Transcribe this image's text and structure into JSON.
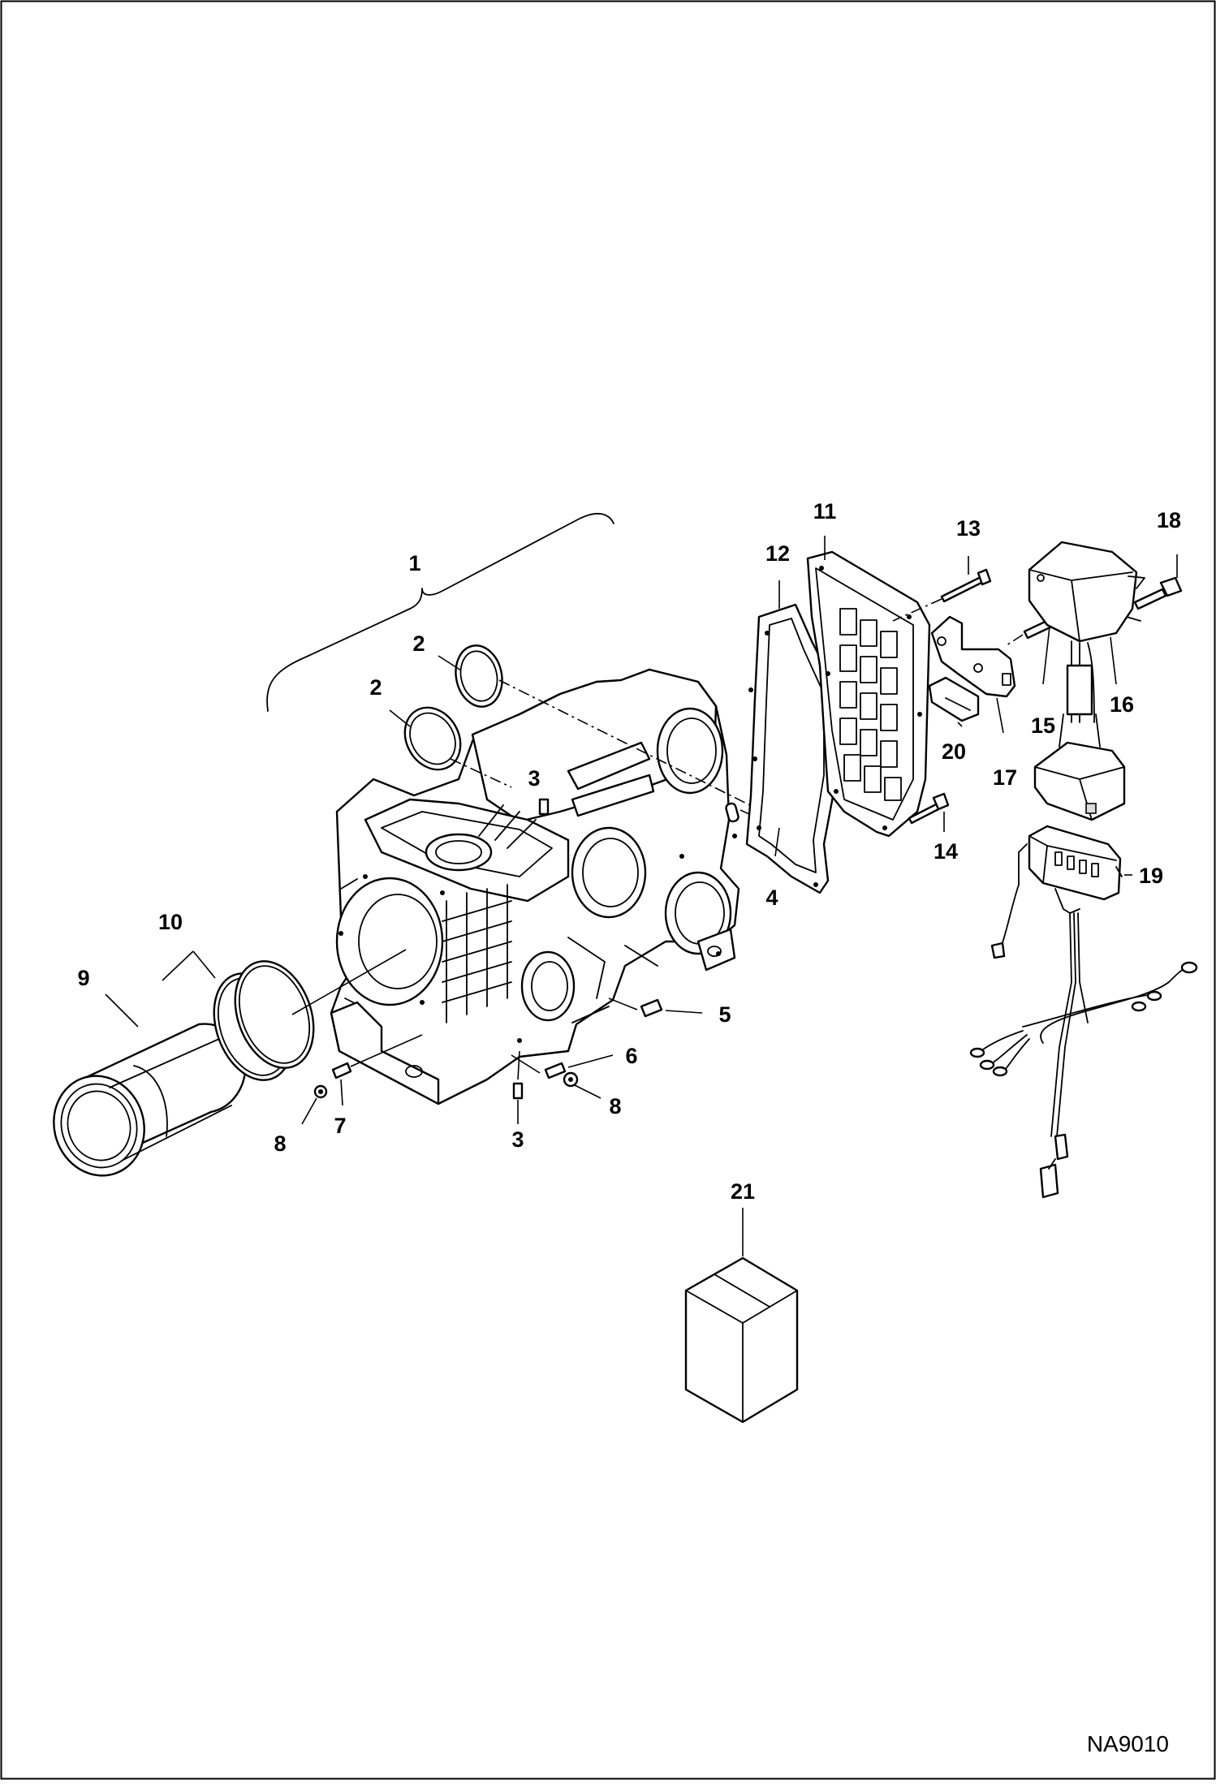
{
  "figure": {
    "id": "NA9010",
    "callouts": [
      {
        "key": "c1",
        "label": "1"
      },
      {
        "key": "c2a",
        "label": "2"
      },
      {
        "key": "c2b",
        "label": "2"
      },
      {
        "key": "c3a",
        "label": "3"
      },
      {
        "key": "c3b",
        "label": "3"
      },
      {
        "key": "c4",
        "label": "4"
      },
      {
        "key": "c5",
        "label": "5"
      },
      {
        "key": "c6",
        "label": "6"
      },
      {
        "key": "c7",
        "label": "7"
      },
      {
        "key": "c8a",
        "label": "8"
      },
      {
        "key": "c8b",
        "label": "8"
      },
      {
        "key": "c9",
        "label": "9"
      },
      {
        "key": "c10",
        "label": "10"
      },
      {
        "key": "c11",
        "label": "11"
      },
      {
        "key": "c12",
        "label": "12"
      },
      {
        "key": "c13",
        "label": "13"
      },
      {
        "key": "c14",
        "label": "14"
      },
      {
        "key": "c15",
        "label": "15"
      },
      {
        "key": "c16",
        "label": "16"
      },
      {
        "key": "c17",
        "label": "17"
      },
      {
        "key": "c18",
        "label": "18"
      },
      {
        "key": "c19",
        "label": "19"
      },
      {
        "key": "c20",
        "label": "20"
      },
      {
        "key": "c21",
        "label": "21"
      }
    ]
  }
}
